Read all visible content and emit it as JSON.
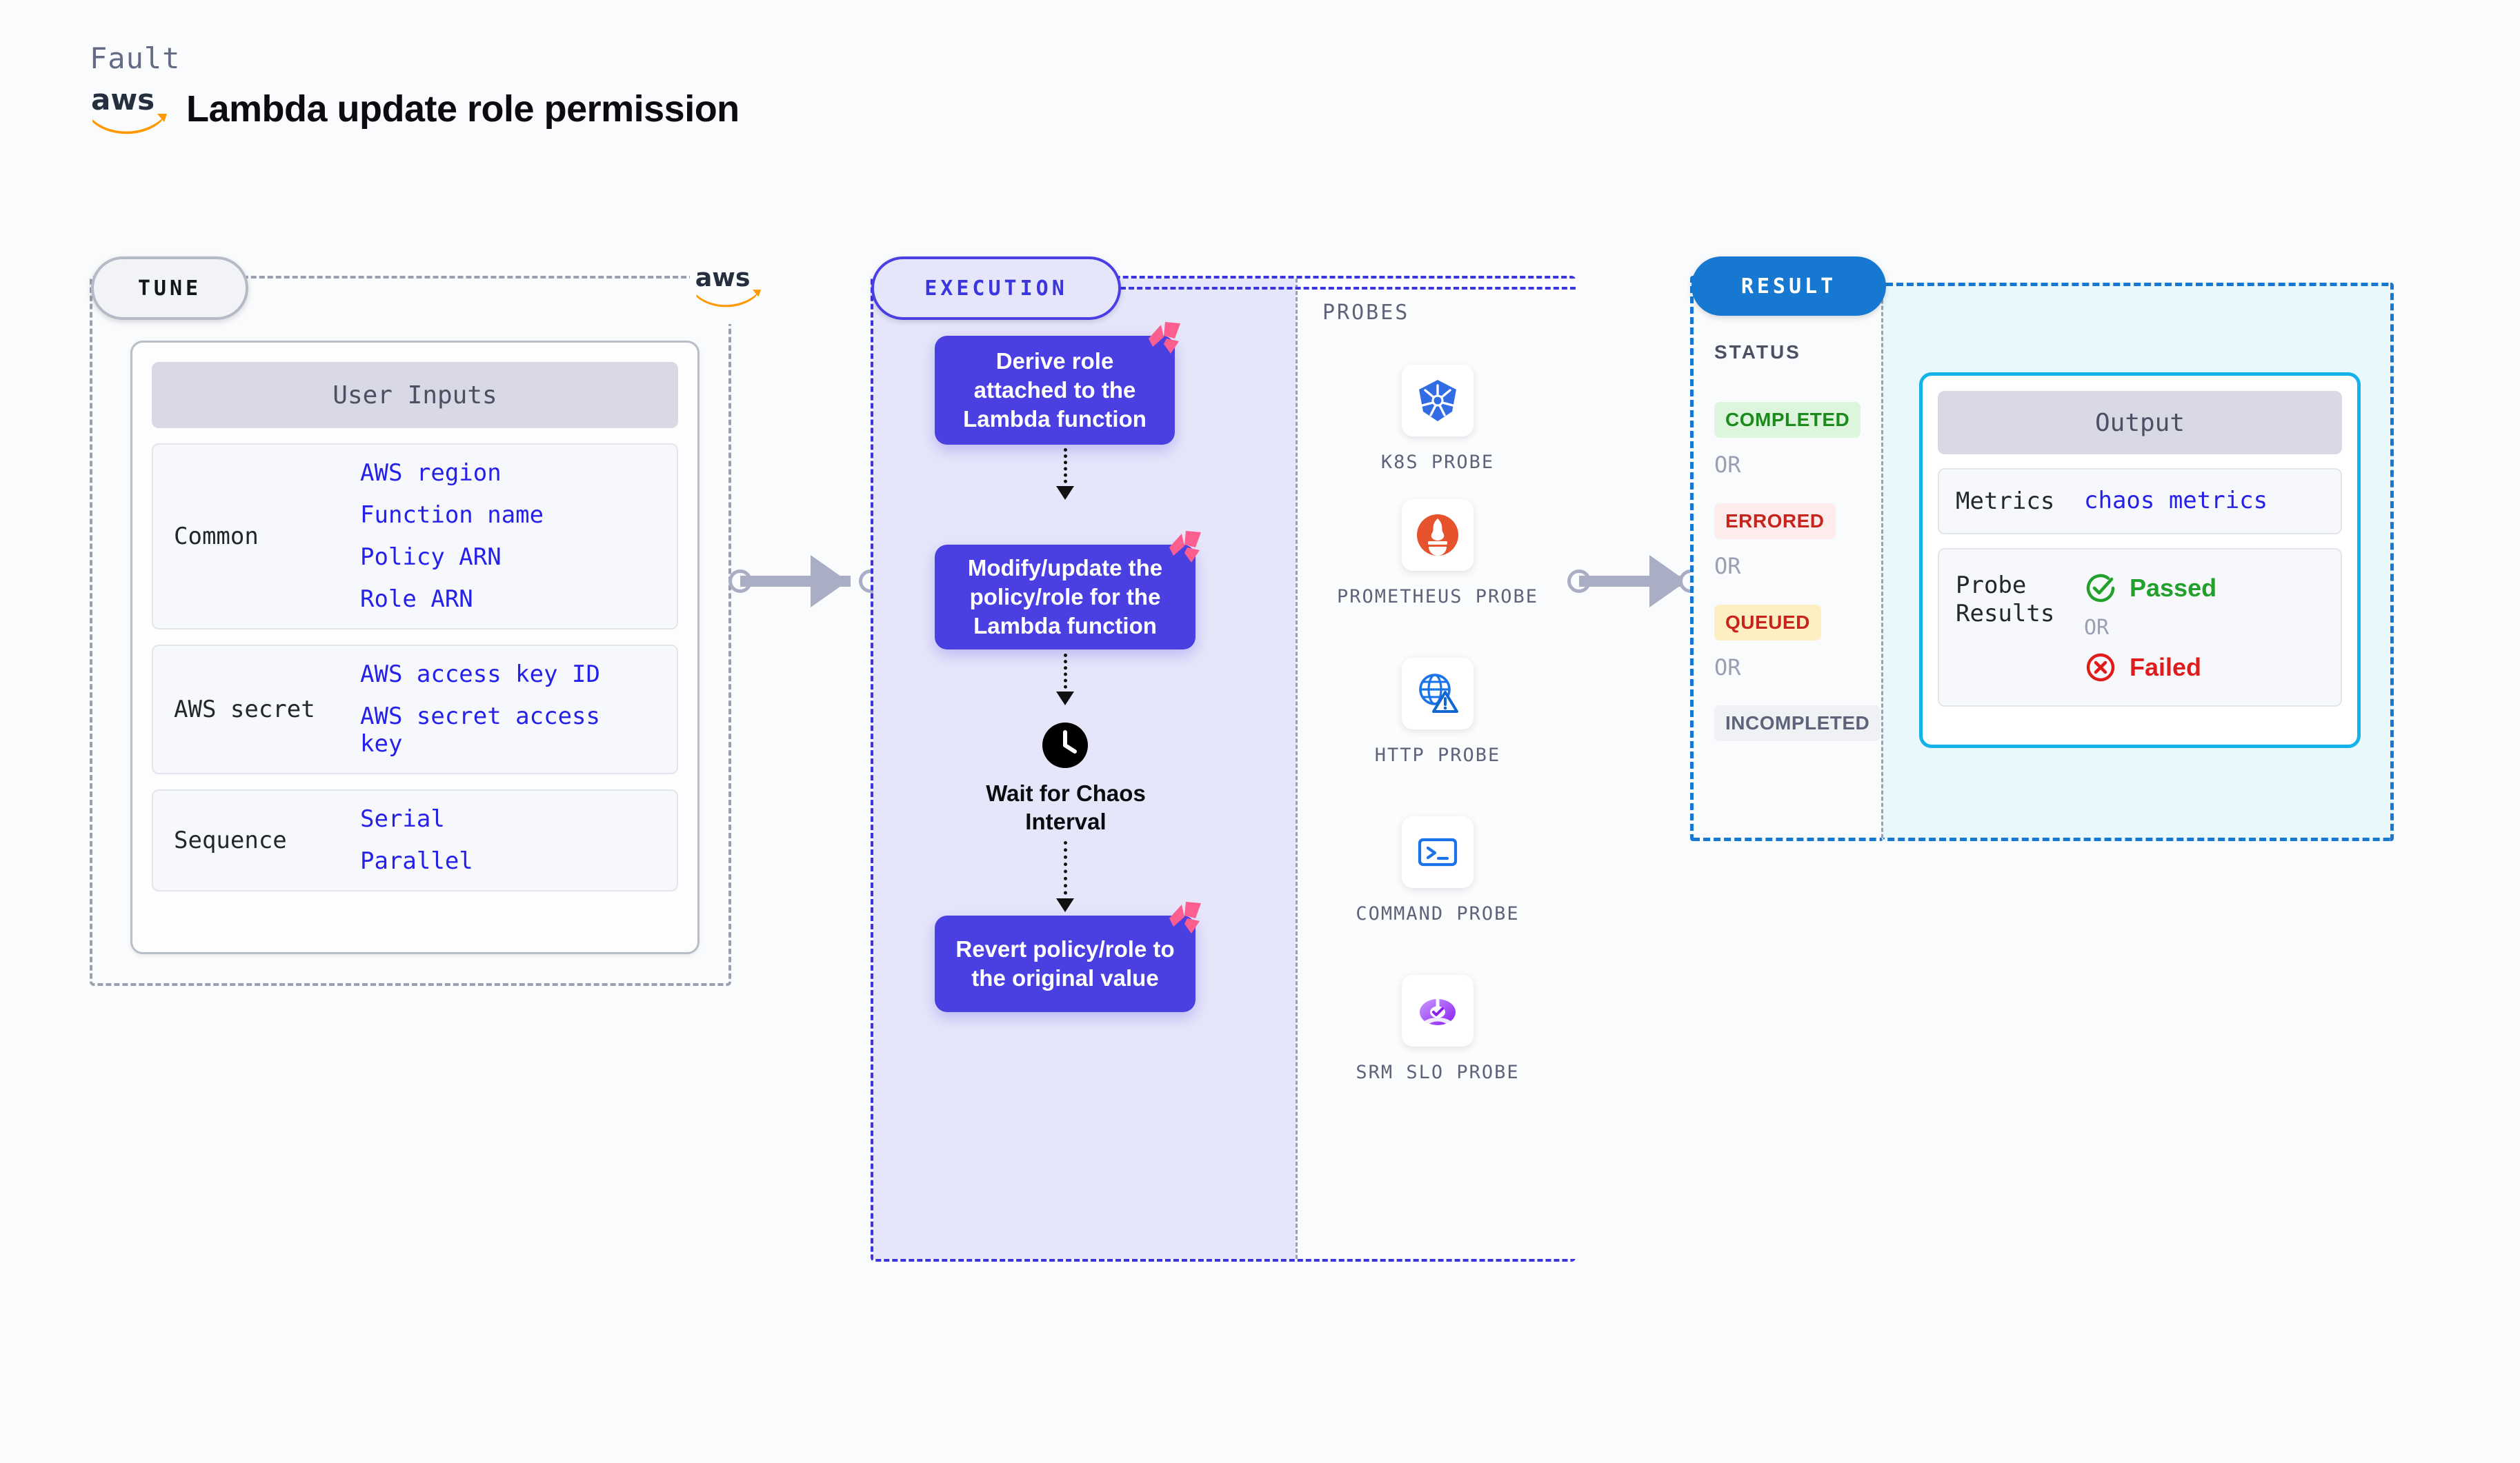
{
  "header": {
    "fault_label": "Fault",
    "title": "Lambda update role permission",
    "logo": "aws-logo"
  },
  "tune": {
    "pill_label": "TUNE",
    "badge_logo": "aws-logo",
    "card_title": "User Inputs",
    "rows": [
      {
        "key": "Common",
        "values": [
          "AWS region",
          "Function name",
          "Policy ARN",
          "Role ARN"
        ]
      },
      {
        "key": "AWS secret",
        "values": [
          "AWS access key ID",
          "AWS secret access key"
        ]
      },
      {
        "key": "Sequence",
        "values": [
          "Serial",
          "Parallel"
        ]
      }
    ]
  },
  "execution": {
    "pill_label": "EXECUTION",
    "steps": [
      {
        "text": "Derive role attached to the Lambda function",
        "badge": "litmus-icon"
      },
      {
        "text": "Modify/update the policy/role for the Lambda function",
        "badge": "litmus-icon"
      },
      {
        "text": "Revert policy/role to the original value",
        "badge": "litmus-icon"
      }
    ],
    "wait_node": {
      "icon": "clock-icon",
      "label": "Wait for Chaos Interval"
    },
    "probes_label": "PROBES",
    "probes": [
      {
        "label": "K8S PROBE",
        "icon": "kubernetes-icon"
      },
      {
        "label": "PROMETHEUS PROBE",
        "icon": "prometheus-icon"
      },
      {
        "label": "HTTP PROBE",
        "icon": "http-globe-icon"
      },
      {
        "label": "COMMAND PROBE",
        "icon": "terminal-icon"
      },
      {
        "label": "SRM SLO PROBE",
        "icon": "srm-slo-icon"
      }
    ]
  },
  "result": {
    "pill_label": "RESULT",
    "status_label": "STATUS",
    "or_label": "OR",
    "statuses": [
      {
        "text": "COMPLETED",
        "bg": "#dcf5dc",
        "fg": "#1d8a1d"
      },
      {
        "text": "ERRORED",
        "bg": "#fdeceb",
        "fg": "#c7241d"
      },
      {
        "text": "QUEUED",
        "bg": "#fdefc2",
        "fg": "#c7241d"
      },
      {
        "text": "INCOMPLETED",
        "bg": "#f0f1f5",
        "fg": "#5d6479"
      }
    ],
    "output": {
      "card_title": "Output",
      "metrics_key": "Metrics",
      "metrics_value": "chaos metrics",
      "probe_results_key": "Probe Results",
      "passed_label": "Passed",
      "failed_label": "Failed",
      "or_label": "OR"
    }
  },
  "colors": {
    "accent_indigo": "#4a3fe0",
    "accent_blue": "#1678d0",
    "accent_cyan": "#13b2e8",
    "litmus_pink": "#fb5e8f",
    "aws_orange": "#ff9900",
    "value_blue": "#2621e8"
  }
}
